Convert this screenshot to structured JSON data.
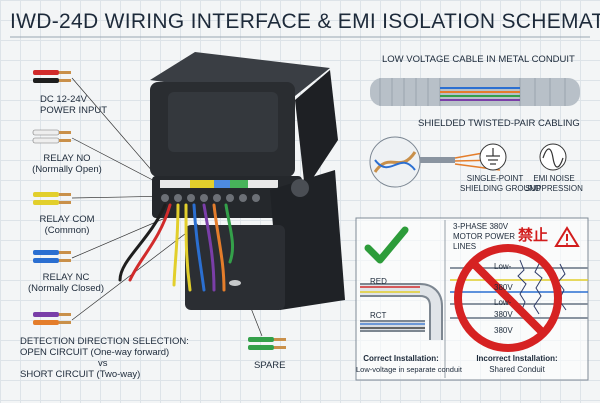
{
  "title": "IWD-24D WIRING INTERFACE & EMI ISOLATION SCHEMATIC",
  "left_labels": {
    "power": [
      "DC 12-24V",
      "POWER INPUT"
    ],
    "relay_no": [
      "RELAY NO",
      "(Normally Open)"
    ],
    "relay_com": [
      "RELAY COM",
      "(Common)"
    ],
    "relay_nc": [
      "RELAY NC",
      "(Normally Closed)"
    ],
    "detection": [
      "DETECTION DIRECTION SELECTION:",
      "OPEN CIRCUIT (One-way forward)",
      "vs",
      "SHORT CIRCUIT (Two-way)"
    ],
    "spare": "SPARE"
  },
  "right_top": {
    "conduit": "LOW VOLTAGE CABLE IN METAL CONDUIT",
    "twisted": "SHIELDED TWISTED-PAIR CABLING",
    "ground": [
      "SINGLE-POINT",
      "SHIELDING GROUND"
    ],
    "emi": [
      "EMI NOISE",
      "SUPPRESSION"
    ]
  },
  "comparison": {
    "motor": [
      "3-PHASE 380V",
      "MOTOR POWER",
      "LINES"
    ],
    "ban_text": "禁止",
    "red": "RED",
    "rct": "RCT",
    "low_labels": [
      "Low-",
      "Low-"
    ],
    "v380": [
      "380V",
      "380V",
      "380V"
    ],
    "correct_title": "Correct Installation:",
    "correct_sub": "Low-voltage in separate conduit",
    "incorrect_title": "Incorrect Installation:",
    "incorrect_sub": "Shared Conduit"
  },
  "colors": {
    "check": "#2d9c3a",
    "prohibit": "#d62222",
    "housing": "#2a2d31"
  }
}
